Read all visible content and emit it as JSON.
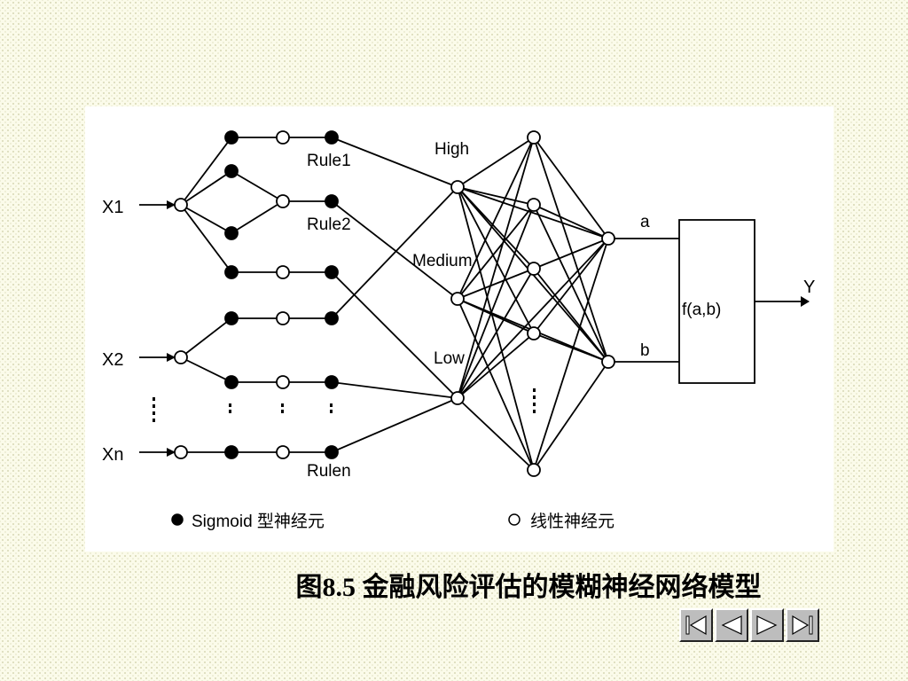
{
  "diagram": {
    "inputs": [
      "X1",
      "X2",
      "Xn"
    ],
    "rule_labels": [
      "Rule1",
      "Rule2",
      "Rulen"
    ],
    "fuzzy_labels": [
      "High",
      "Medium",
      "Low"
    ],
    "output_labels": [
      "a",
      "b"
    ],
    "function_label": "f(a,b)",
    "output_label": "Y",
    "legend": {
      "sigmoid": "Sigmoid 型神经元",
      "linear": "线性神经元"
    }
  },
  "caption": "图8.5 金融风险评估的模糊神经网络模型",
  "navigation": {
    "buttons": [
      "first-icon",
      "prev-icon",
      "next-icon",
      "last-icon"
    ]
  }
}
